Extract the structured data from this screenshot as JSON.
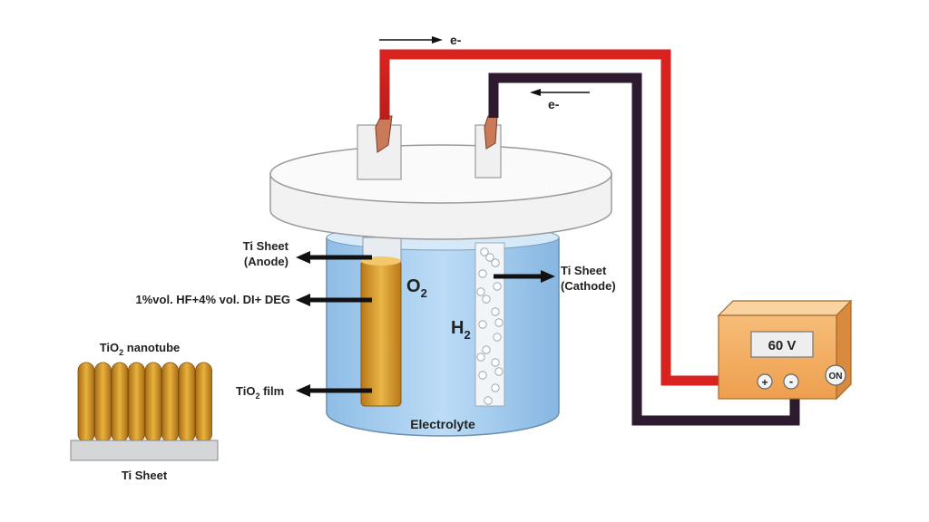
{
  "labels": {
    "electron_top": "e-",
    "electron_return": "e-",
    "anode_line1": "Ti Sheet",
    "anode_line2": "(Anode)",
    "cathode_line1": "Ti Sheet",
    "cathode_line2": "(Cathode)",
    "electrolyte_mix": "1%vol. HF+4% vol. DI+ DEG",
    "film_base": "TiO",
    "film_sub": "2",
    "film_rest": " film",
    "oxygen_base": "O",
    "oxygen_sub": "2",
    "hydrogen_base": "H",
    "hydrogen_sub": "2",
    "electrolyte": "Electrolyte",
    "nanotube_base": "TiO",
    "nanotube_sub": "2",
    "nanotube_rest": " nanotube",
    "ti_sheet": "Ti Sheet"
  },
  "power_supply": {
    "display": "60 V",
    "plus": "+",
    "minus": "-",
    "on_button": "ON"
  },
  "colors": {
    "anode_wire": "#c8201c",
    "cathode_wire": "#2e1a2e",
    "electrolyte": "#a9cfee",
    "film": "#d4982a",
    "box": "#f4b36b"
  }
}
